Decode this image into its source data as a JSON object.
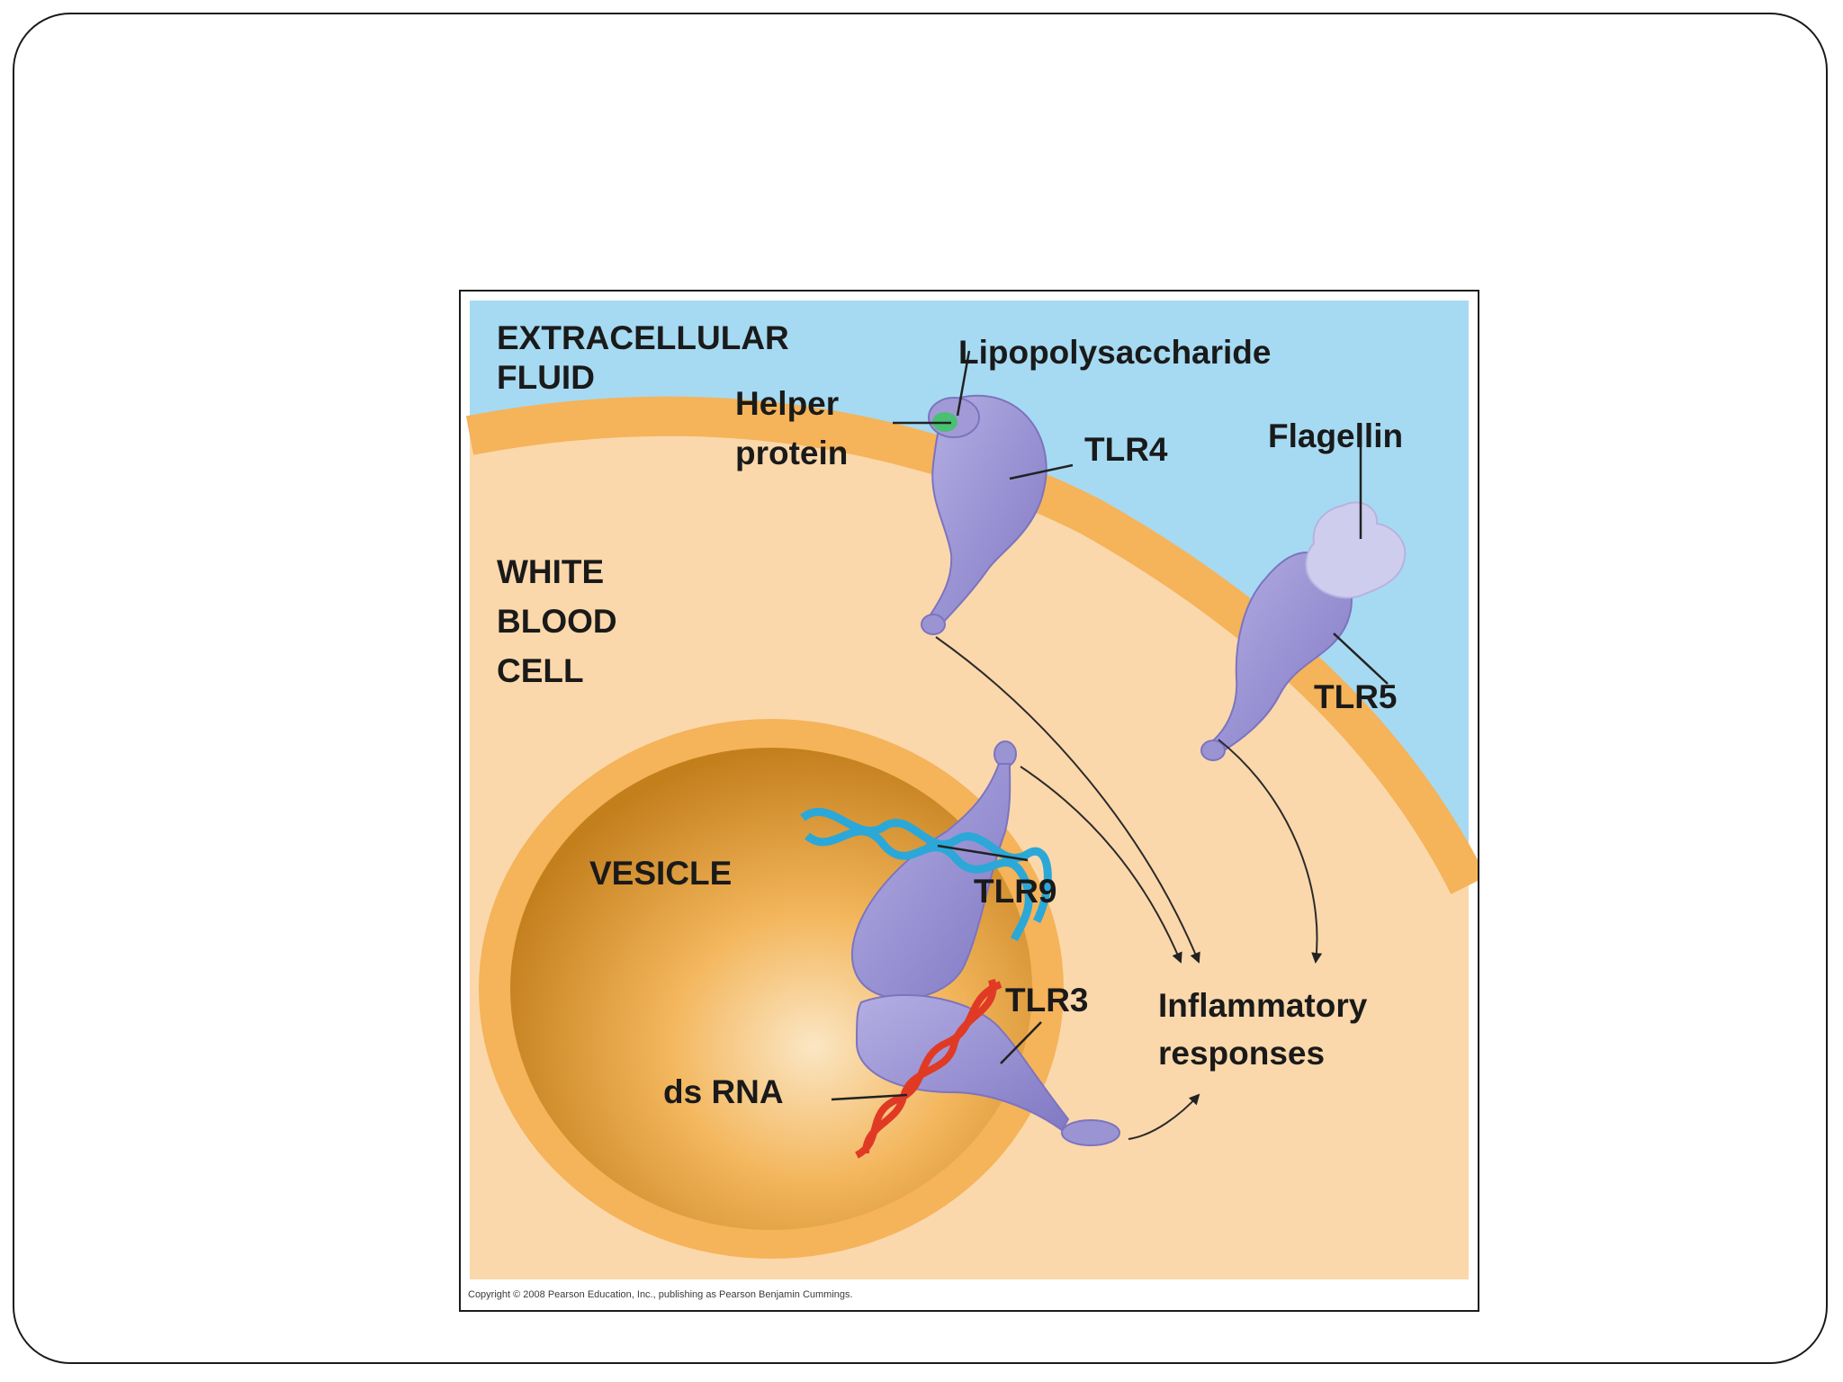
{
  "diagram": {
    "regions": {
      "extracellular_line1": "EXTRACELLULAR",
      "extracellular_line2": "FLUID",
      "cell_line1": "WHITE",
      "cell_line2": "BLOOD",
      "cell_line3": "CELL",
      "vesicle": "VESICLE"
    },
    "labels": {
      "lipopolysaccharide": "Lipopolysaccharide",
      "helper_line1": "Helper",
      "helper_line2": "protein",
      "tlr4": "TLR4",
      "flagellin": "Flagellin",
      "tlr5": "TLR5",
      "tlr9": "TLR9",
      "tlr3": "TLR3",
      "dsrna": "ds RNA",
      "inflammatory_line1": "Inflammatory",
      "inflammatory_line2": "responses"
    },
    "copyright": "Copyright © 2008 Pearson Education, Inc., publishing as Pearson Benjamin Cummings.",
    "colors": {
      "extracellular": "#a6daf2",
      "cytoplasm": "#fbd8ab",
      "membrane": "#f5b35a",
      "receptor": "#9b94d3",
      "flagellin": "#cfcdee",
      "dna_blue": "#2ba8d8",
      "rna_red": "#e03a25",
      "lps_green": "#4bbf73"
    }
  }
}
